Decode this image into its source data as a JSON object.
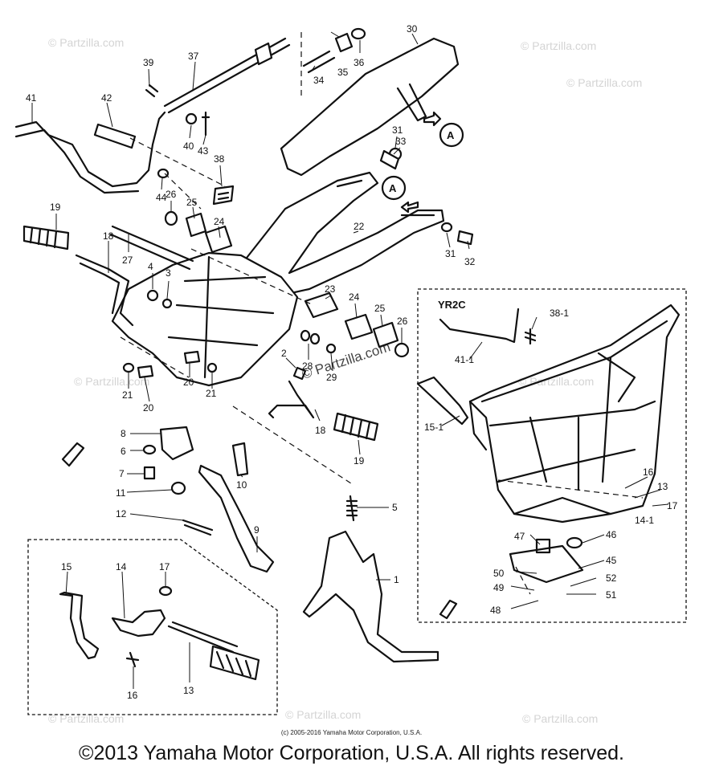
{
  "watermark": "© Partzilla.com",
  "watermark_center": "© Partzilla.com",
  "labels": {
    "l1": "1",
    "l2": "2",
    "l3": "3",
    "l4": "4",
    "l5": "5",
    "l6": "6",
    "l7": "7",
    "l8": "8",
    "l9": "9",
    "l10": "10",
    "l11": "11",
    "l12": "12",
    "l13": "13",
    "l13b": "13",
    "l14": "14",
    "l14_1": "14-1",
    "l15": "15",
    "l15_1": "15-1",
    "l16": "16",
    "l16b": "16",
    "l17": "17",
    "l17b": "17",
    "l18": "18",
    "l18b": "18",
    "l19": "19",
    "l19b": "19",
    "l20": "20",
    "l20b": "20",
    "l21": "21",
    "l21b": "21",
    "l22": "22",
    "l23": "23",
    "l24": "24",
    "l24b": "24",
    "l25": "25",
    "l25b": "25",
    "l26": "26",
    "l26b": "26",
    "l27": "27",
    "l28": "28",
    "l29": "29",
    "l30": "30",
    "l31": "31",
    "l31b": "31",
    "l32": "32",
    "l33": "33",
    "l34": "34",
    "l35": "35",
    "l36": "36",
    "l37": "37",
    "l38": "38",
    "l38_1": "38-1",
    "l39": "39",
    "l40": "40",
    "l41": "41",
    "l41_1": "41-1",
    "l42": "42",
    "l43": "43",
    "l44": "44",
    "l45": "45",
    "l46": "46",
    "l47": "47",
    "l48": "48",
    "l49": "49",
    "l50": "50",
    "l51": "51",
    "l52": "52",
    "yr2c": "YR2C",
    "marker_a": "A",
    "marker_a2": "A"
  },
  "small_copyright": "(c) 2005-2016 Yamaha Motor Corporation, U.S.A.",
  "copyright": "©2013 Yamaha Motor Corporation, U.S.A. All rights reserved."
}
